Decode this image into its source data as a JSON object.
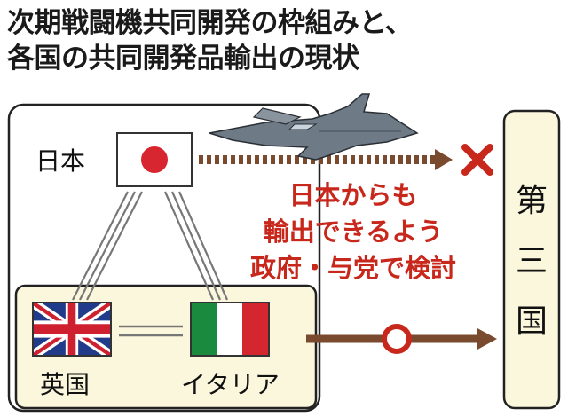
{
  "title": {
    "line1": "次期戦闘機共同開発の枠組みと、",
    "line2": "各国の共同開発品輸出の現状"
  },
  "countries": {
    "japan": "日本",
    "uk": "英国",
    "italy": "イタリア"
  },
  "third_country": [
    "第",
    "三",
    "国"
  ],
  "note": {
    "line1": "日本からも",
    "line2": "輸出できるよう",
    "line3": "政府・与党で検討"
  },
  "symbols": {
    "japan_export": "cross",
    "partner_export": "circle"
  },
  "colors": {
    "note_red": "#c8281c",
    "cross_red": "#c8281c",
    "arrow_brown": "#7a4a2e",
    "partner_box_bg": "#fbf7dc",
    "jet": "#6e7a86"
  }
}
